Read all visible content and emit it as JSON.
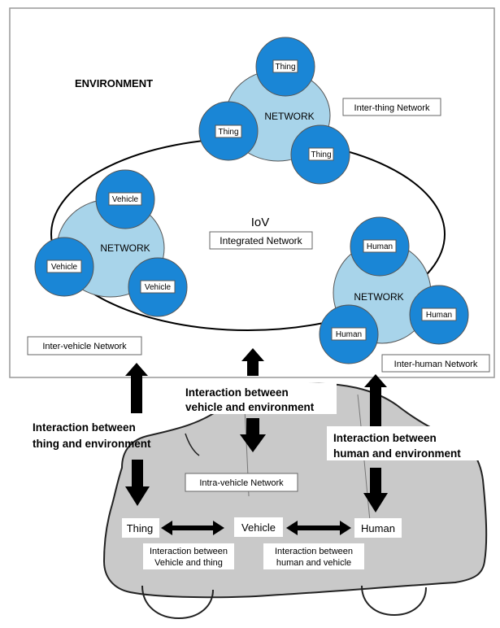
{
  "environment_label": "ENVIRONMENT",
  "iov_label": "IoV",
  "integrated_network_label": "Integrated Network",
  "network_label": "NETWORK",
  "clusters": {
    "thing": {
      "nodes": [
        "Thing",
        "Thing",
        "Thing"
      ],
      "network_label": "Inter-thing Network"
    },
    "vehicle": {
      "nodes": [
        "Vehicle",
        "Vehicle",
        "Vehicle"
      ],
      "network_label": "Inter-vehicle Network"
    },
    "human": {
      "nodes": [
        "Human",
        "Human",
        "Human"
      ],
      "network_label": "Inter-human Network"
    }
  },
  "interactions": {
    "thing_env": [
      "Interaction between",
      "thing and environment"
    ],
    "vehicle_env": [
      "Interaction between",
      "vehicle and environment"
    ],
    "human_env": [
      "Interaction between",
      "human and environment"
    ],
    "vehicle_thing": [
      "Interaction between",
      "Vehicle and thing"
    ],
    "human_vehicle": [
      "Interaction between",
      "human and vehicle"
    ]
  },
  "car": {
    "intra_label": "Intra-vehicle Network",
    "thing": "Thing",
    "vehicle": "Vehicle",
    "human": "Human"
  },
  "colors": {
    "node_fill": "#1a86d6",
    "network_fill": "#a8d4ea",
    "car_fill": "#c9c9c9"
  }
}
